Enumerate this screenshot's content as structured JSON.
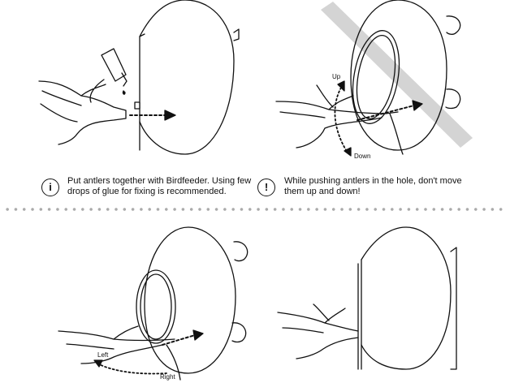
{
  "steps": {
    "step1": {
      "note": "Put antlers together with Birdfeeder. Using few drops of glue for fixing is recommended.",
      "icon": "info-icon"
    },
    "step2": {
      "note": "While pushing antlers in the hole, don't move them up and down!",
      "icon": "warning-icon",
      "label_up": "Up",
      "label_down": "Down"
    },
    "step3": {
      "label_left": "Left",
      "label_right": "Right"
    }
  },
  "colors": {
    "line": "#111111",
    "forbidden_band": "#d4d4d4",
    "divider_dots": "#aaaaaa"
  }
}
